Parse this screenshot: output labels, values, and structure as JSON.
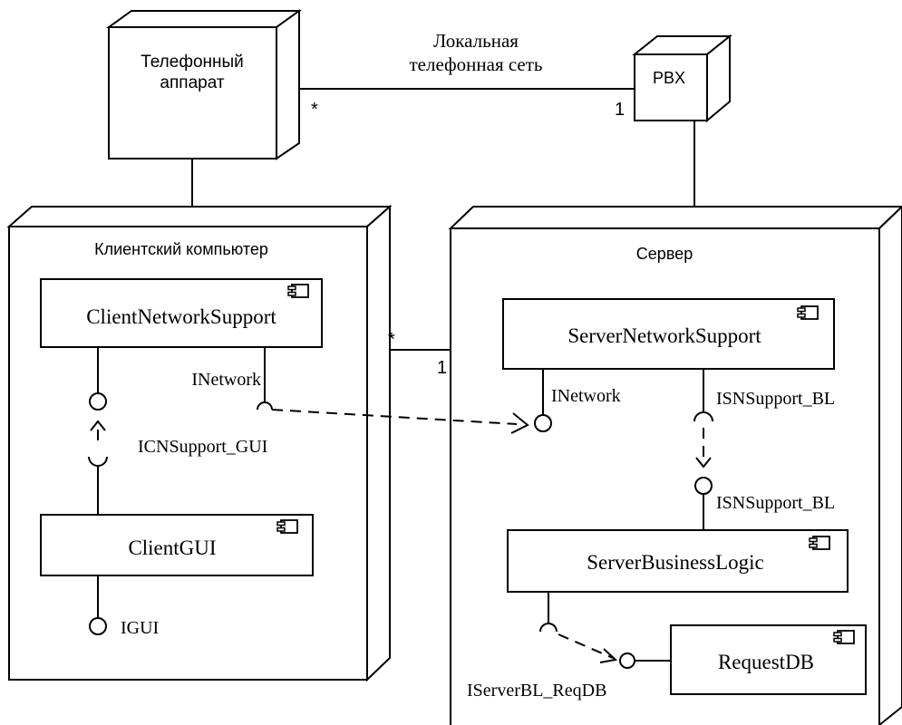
{
  "nodes": {
    "phone": "Телефонный\nаппарат",
    "pbx": "PBX",
    "client_computer": "Клиентский компьютер",
    "server": "Сервер"
  },
  "link_label": "Локальная\nтелефонная сеть",
  "multiplicities": {
    "phone_pbx_many": "*",
    "phone_pbx_one": "1",
    "client_server_many": "*",
    "client_server_one": "1"
  },
  "components": {
    "client_network_support": "ClientNetworkSupport",
    "client_gui": "ClientGUI",
    "server_network_support": "ServerNetworkSupport",
    "server_business_logic": "ServerBusinessLogic",
    "request_db": "RequestDB"
  },
  "interfaces": {
    "client_inetwork": "INetwork",
    "icnsupport_gui": "ICNSupport_GUI",
    "igui": "IGUI",
    "server_inetwork": "INetwork",
    "isnsupport_bl_required": "ISNSupport_BL",
    "isnsupport_bl_provided": "ISNSupport_BL",
    "iserverbl_reqdb": "IServerBL_ReqDB"
  }
}
